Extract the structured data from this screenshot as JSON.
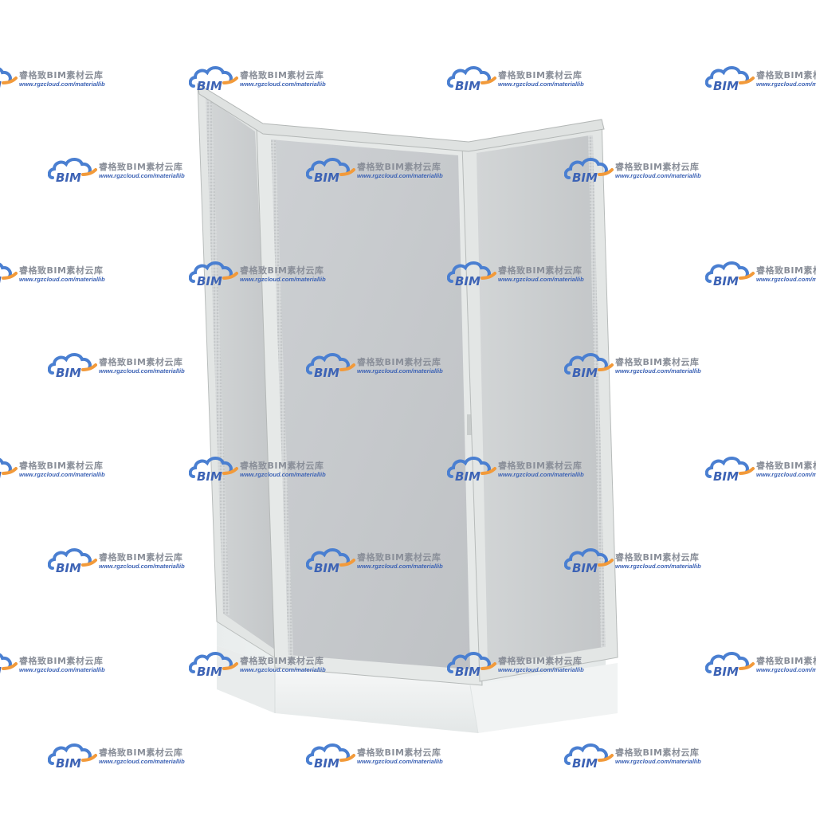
{
  "watermark": {
    "brand": "BIM",
    "title": "睿格致BIM素材云库",
    "url": "www.rgzcloud.com/materiallib",
    "colors": {
      "cloud_blue": "#4a7fd1",
      "cloud_orange": "#f29a3a",
      "text_gray": "#8a8f99",
      "url_blue": "#3d63b5"
    }
  },
  "object": {
    "icon": "shower-enclosure",
    "colors": {
      "frame": "#e4e7e6",
      "frame_shadow": "#b9bdbc",
      "glass": "#c9cbce",
      "glass_dark": "#b7babe",
      "base": "#f4f6f6",
      "base_shadow": "#d7dcdc",
      "textured_glass": "#d8dbdc"
    }
  }
}
